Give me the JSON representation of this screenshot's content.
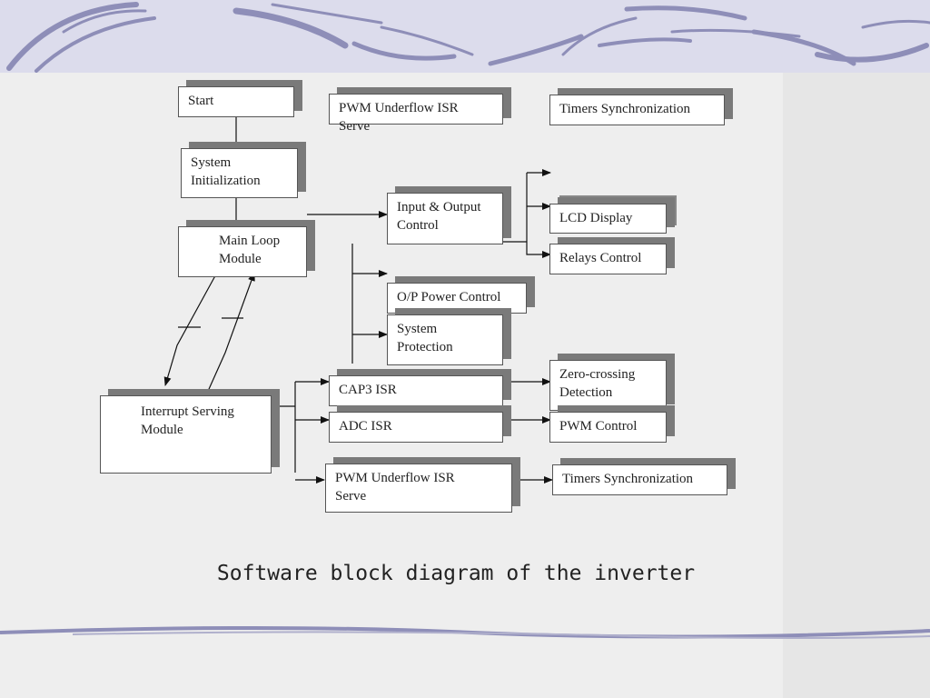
{
  "boxes": {
    "start": "Start",
    "pwm_underflow_top": "PWM Underflow ISR\nServe",
    "timers_sync_top": "Timers Synchronization",
    "system_init": "System\nInitialization",
    "input_output": "Input & Output\nControl",
    "lcd_display": "LCD Display",
    "main_loop": "Main Loop\nModule",
    "relays_control": "Relays Control",
    "op_power": "O/P Power Control",
    "system_protection": "System\nProtection",
    "zero_crossing": "Zero-crossing\nDetection",
    "cap3_isr": "CAP3 ISR",
    "interrupt_serving": "Interrupt Serving\nModule",
    "adc_isr": "ADC ISR",
    "pwm_control": "PWM Control",
    "pwm_underflow_bottom": "PWM Underflow ISR\nServe",
    "timers_sync_bottom": "Timers Synchronization"
  },
  "caption": "Software block diagram of the inverter",
  "colors": {
    "line": "#111111",
    "box_shadow": "#7a7a7a",
    "swoosh": "#8e8eb8"
  }
}
